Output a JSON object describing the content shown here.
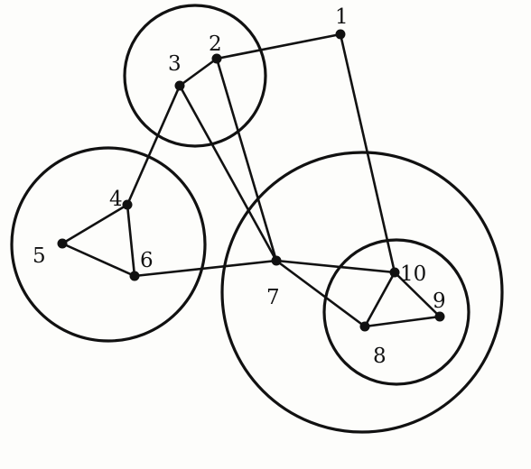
{
  "diagram": {
    "type": "graph-with-clusters",
    "nodes": [
      {
        "id": "1",
        "label": "1"
      },
      {
        "id": "2",
        "label": "2"
      },
      {
        "id": "3",
        "label": "3"
      },
      {
        "id": "4",
        "label": "4"
      },
      {
        "id": "5",
        "label": "5"
      },
      {
        "id": "6",
        "label": "6"
      },
      {
        "id": "7",
        "label": "7"
      },
      {
        "id": "8",
        "label": "8"
      },
      {
        "id": "9",
        "label": "9"
      },
      {
        "id": "10",
        "label": "10"
      }
    ],
    "edges": [
      [
        "1",
        "2"
      ],
      [
        "2",
        "3"
      ],
      [
        "2",
        "7"
      ],
      [
        "3",
        "7"
      ],
      [
        "3",
        "4"
      ],
      [
        "4",
        "5"
      ],
      [
        "4",
        "6"
      ],
      [
        "5",
        "6"
      ],
      [
        "6",
        "7"
      ],
      [
        "1",
        "10"
      ],
      [
        "7",
        "10"
      ],
      [
        "7",
        "8"
      ],
      [
        "8",
        "10"
      ],
      [
        "8",
        "9"
      ],
      [
        "9",
        "10"
      ]
    ],
    "clusters": [
      {
        "id": "cluster-top",
        "members": [
          "2",
          "3"
        ]
      },
      {
        "id": "cluster-left",
        "members": [
          "4",
          "5",
          "6"
        ]
      },
      {
        "id": "cluster-outer-right",
        "members": [
          "7",
          "8",
          "9",
          "10"
        ]
      },
      {
        "id": "cluster-inner-right",
        "members": [
          "8",
          "9",
          "10"
        ]
      }
    ],
    "colors": {
      "ink": "#111111",
      "paper": "#fdfdfb"
    }
  }
}
